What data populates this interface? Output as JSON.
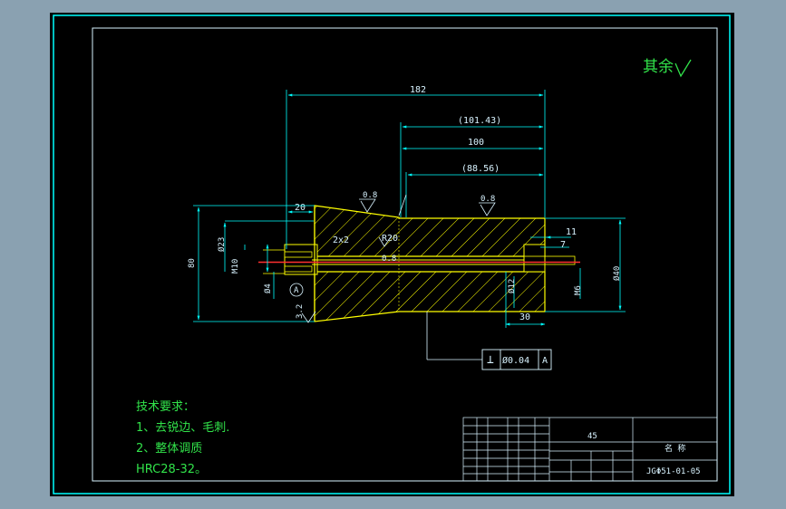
{
  "colors": {
    "background_outer": "#8aa1b1",
    "sheet": "#000000",
    "frame": "#00ffff",
    "outline": "#ffff00",
    "dimension": "#00ffff",
    "dim_text": "#d8f3ff",
    "hatch": "#ffff00",
    "centerline": "#ff3030",
    "green_text": "#31e34a"
  },
  "roughness_note": "其余",
  "dimensions": {
    "overall_length": "182",
    "len_101": "(101.43)",
    "len_100": "100",
    "len_88": "(88.56)",
    "len_left": "20",
    "chamfer": "2x2",
    "radius": "R20",
    "len_11": "11",
    "len_7": "7",
    "len_30": "30",
    "dia_80": "80",
    "dia_23": "Ø23",
    "dia_right": "Ø40",
    "thread_left": "M10",
    "dia_4": "Ø4",
    "thread_right": "M6",
    "dia_12": "Ø12",
    "rough_1": "0.8",
    "rough_2": "0.8",
    "rough_3": "0.8",
    "rough_4": "3.2",
    "datum_circle": "A"
  },
  "tolerance_frame": {
    "symbol": "⊥",
    "value": "Ø0.04",
    "datum": "A"
  },
  "technical_requirements": {
    "title": "技术要求：",
    "item1": "1、去锐边、毛刺.",
    "item2": "2、整体调质",
    "item3": "HRC28-32。"
  },
  "title_block": {
    "material": "45",
    "part_name": "名 称",
    "drawing_no": "JGΦ51-01-05"
  }
}
